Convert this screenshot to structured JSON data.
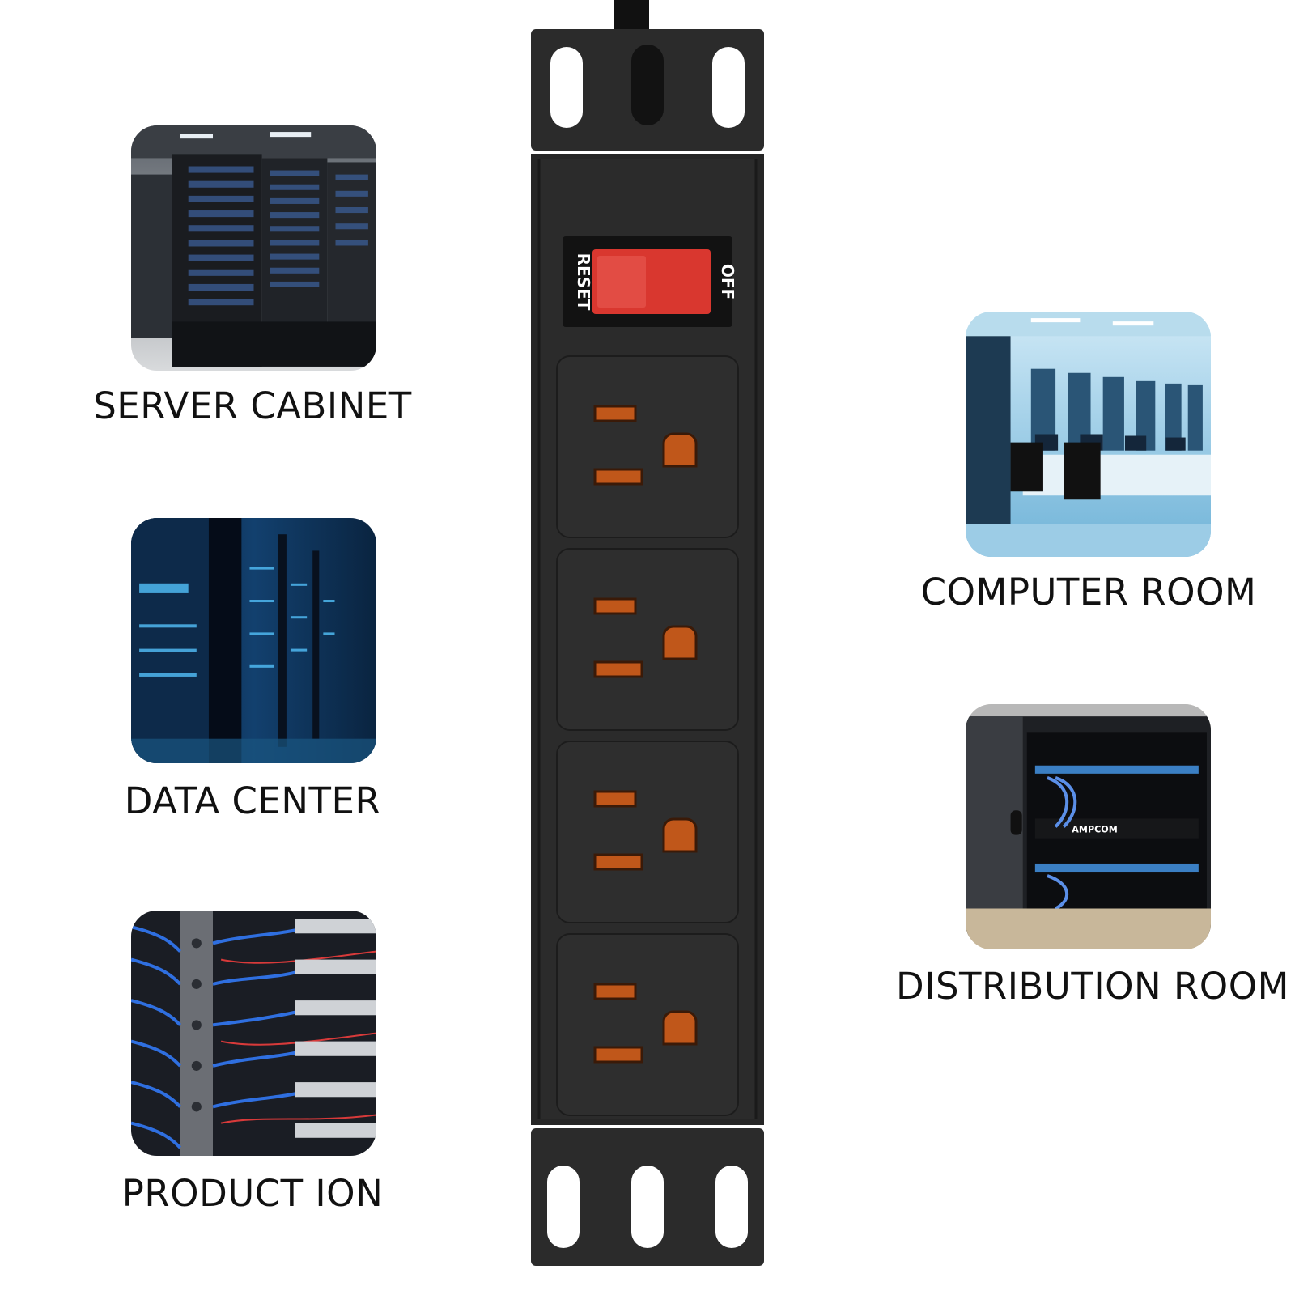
{
  "applications": {
    "server_cabinet": "SERVER CABINET",
    "data_center": "DATA CENTER",
    "production": "PRODUCT ION",
    "computer_room": "COMPUTER ROOM",
    "distribution_room": "DISTRIBUTION ROOM"
  },
  "pdu": {
    "switch_label_left": "RESET",
    "switch_label_right": "OFF",
    "outlet_count": 4,
    "housing_color": "#2b2b2b",
    "switch_color": "#d9372f",
    "outlet_slot_color": "#c0571a"
  },
  "brand_label": "AMPCOM"
}
